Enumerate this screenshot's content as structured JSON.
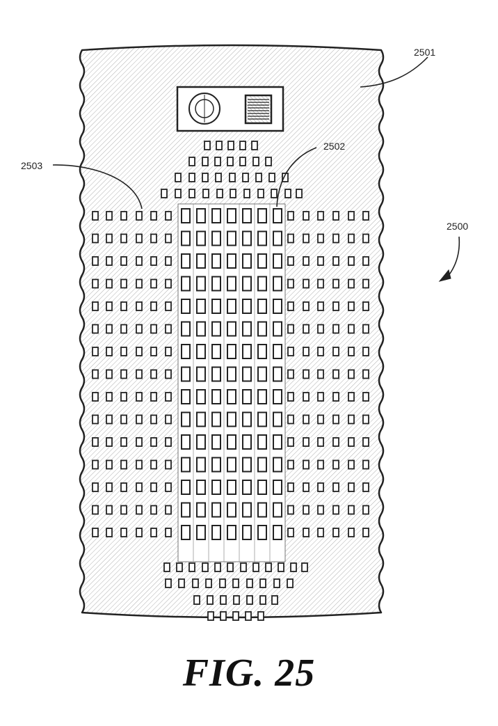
{
  "labels": {
    "device": "2500",
    "case": "2501",
    "inner_pad": "2502",
    "outer_pad": "2503"
  },
  "caption": "FIG. 25",
  "colors": {
    "stroke": "#222222",
    "background": "#ffffff",
    "hatch": "#9a9a9a"
  },
  "icons": [
    "camera-lens-icon",
    "flash-icon"
  ]
}
